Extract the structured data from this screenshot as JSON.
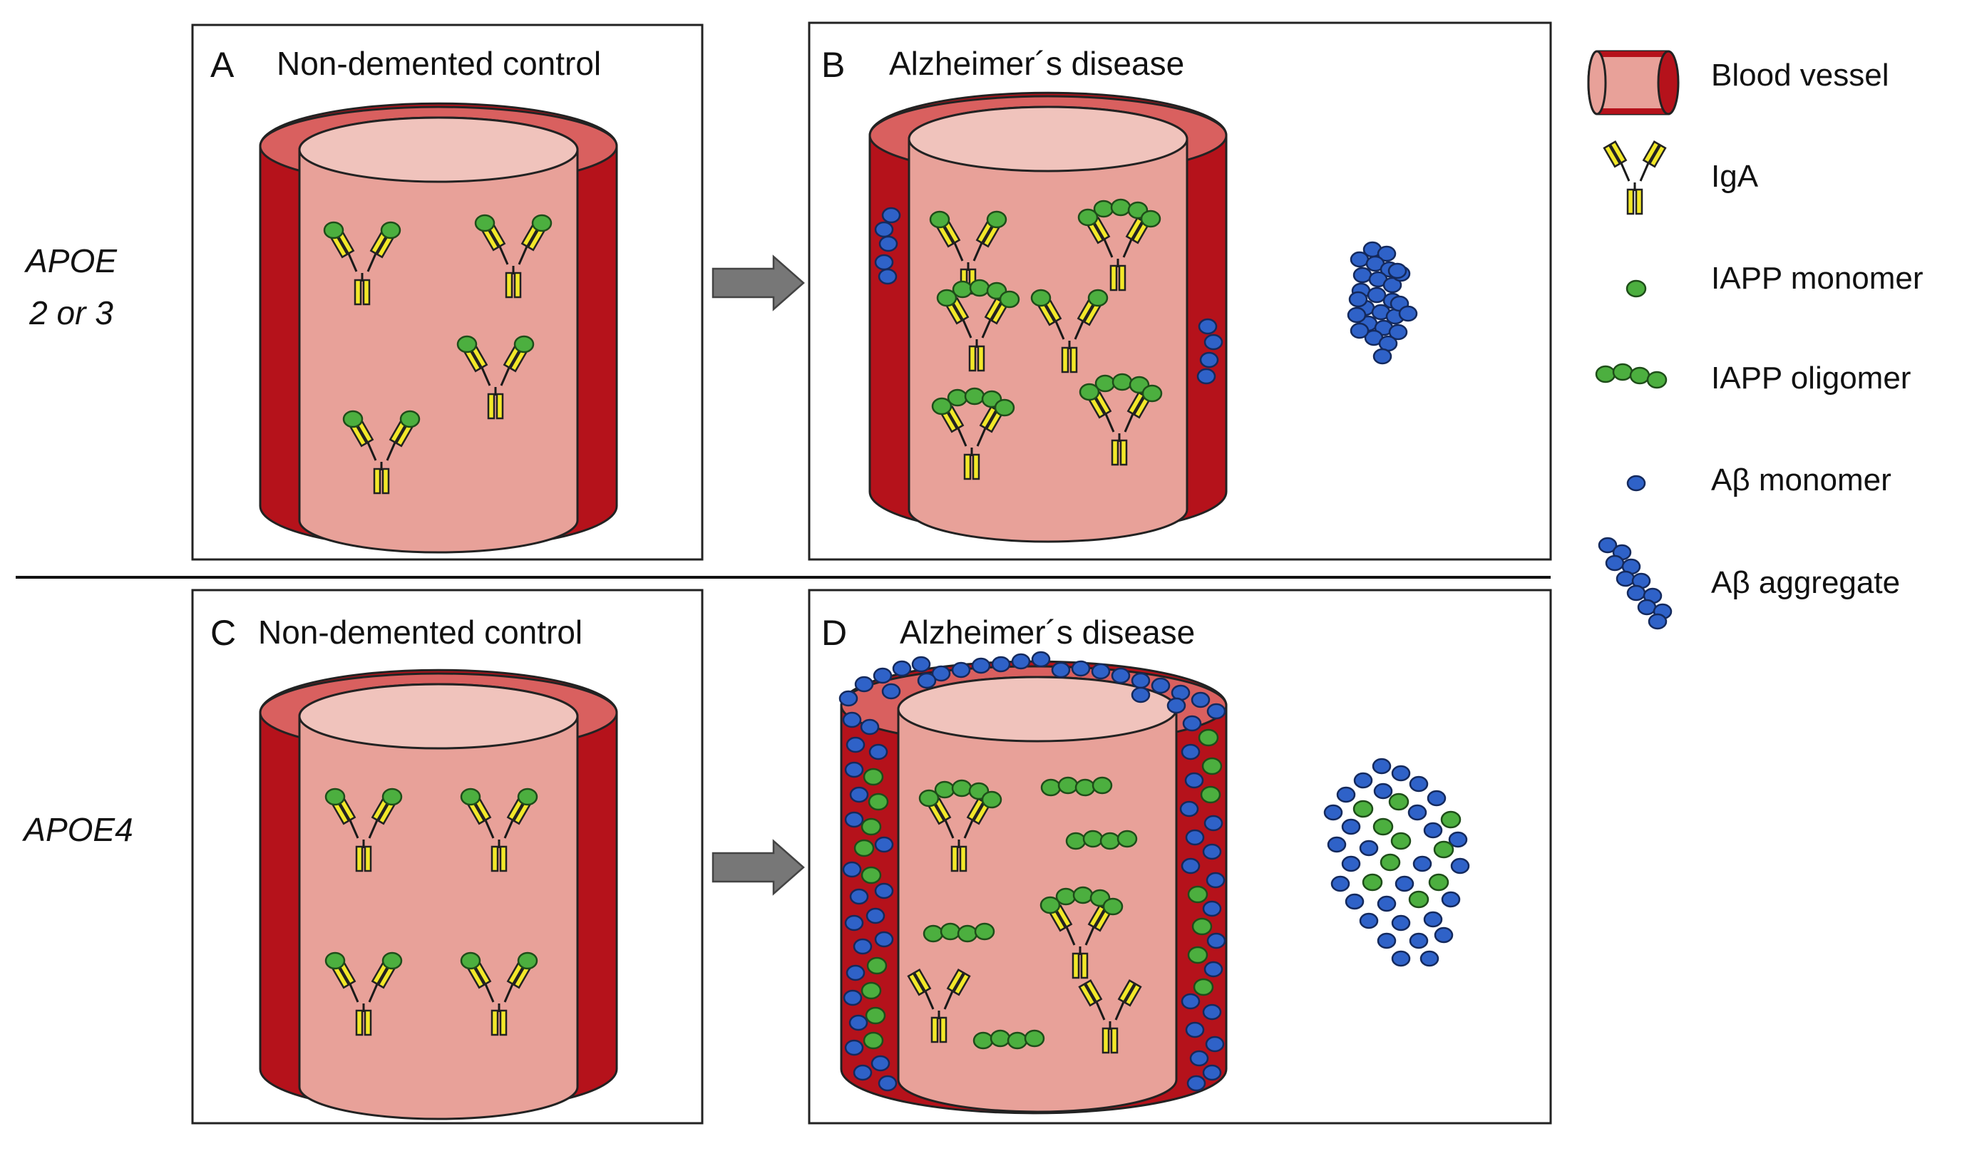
{
  "rows": [
    {
      "genotype_lines": [
        "APOE",
        "2 or 3"
      ]
    },
    {
      "genotype_lines": [
        "APOE4"
      ]
    }
  ],
  "panels": {
    "A": {
      "letter": "A",
      "title": "Non-demented control"
    },
    "B": {
      "letter": "B",
      "title": "Alzheimer´s disease"
    },
    "C": {
      "letter": "C",
      "title": "Non-demented control"
    },
    "D": {
      "letter": "D",
      "title": "Alzheimer´s disease"
    }
  },
  "legend": [
    {
      "icon": "blood-vessel-icon",
      "label": "Blood vessel"
    },
    {
      "icon": "iga-antibody-icon",
      "label": "IgA"
    },
    {
      "icon": "iapp-monomer-icon",
      "label": "IAPP monomer"
    },
    {
      "icon": "iapp-oligomer-icon",
      "label": "IAPP oligomer"
    },
    {
      "icon": "abeta-monomer-icon",
      "label": "Aβ monomer"
    },
    {
      "icon": "abeta-aggregate-icon",
      "label": "Aβ aggregate"
    }
  ],
  "colors": {
    "vessel_wall": "#b5121b",
    "vessel_rim": "#d9605f",
    "vessel_body": "#e8a199",
    "vessel_top": "#f0c3bc",
    "antibody": "#f2e829",
    "iapp": "#4caf3f",
    "abeta": "#2f62c8",
    "arrow": "#777777"
  }
}
